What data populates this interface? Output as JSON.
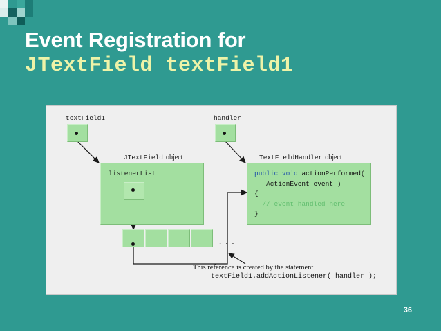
{
  "slide": {
    "background_color": "#2f9a91",
    "page_number": "36"
  },
  "title": {
    "line1": "Event Registration for",
    "line2": "JTextField textField1",
    "line1_color": "#ffffff",
    "line2_color": "#eef3a8"
  },
  "figure": {
    "background_color": "#efefef",
    "box_color": "#a3dfa0",
    "labels": {
      "text_field_var": "textField1",
      "handler_var": "handler",
      "jtextfield_object_mono": "JTextField",
      "jtextfield_object_serif": "object",
      "listener_list": "listenerList",
      "handler_object_mono": "TextFieldHandler",
      "handler_object_serif": "object",
      "ellipsis": "..."
    },
    "code": {
      "line1_kw1": "public",
      "line1_kw2": "void",
      "line1_rest": "actionPerformed(",
      "line2": "ActionEvent event )",
      "line3": "{",
      "line4_comment": "// event handled here",
      "line5": "}",
      "keyword_color": "#2255a8",
      "comment_color": "#63bf70"
    },
    "caption": {
      "line1": "This reference is created by the statement",
      "line2": "textField1.addActionListener( handler );"
    },
    "array_cells": 4
  }
}
